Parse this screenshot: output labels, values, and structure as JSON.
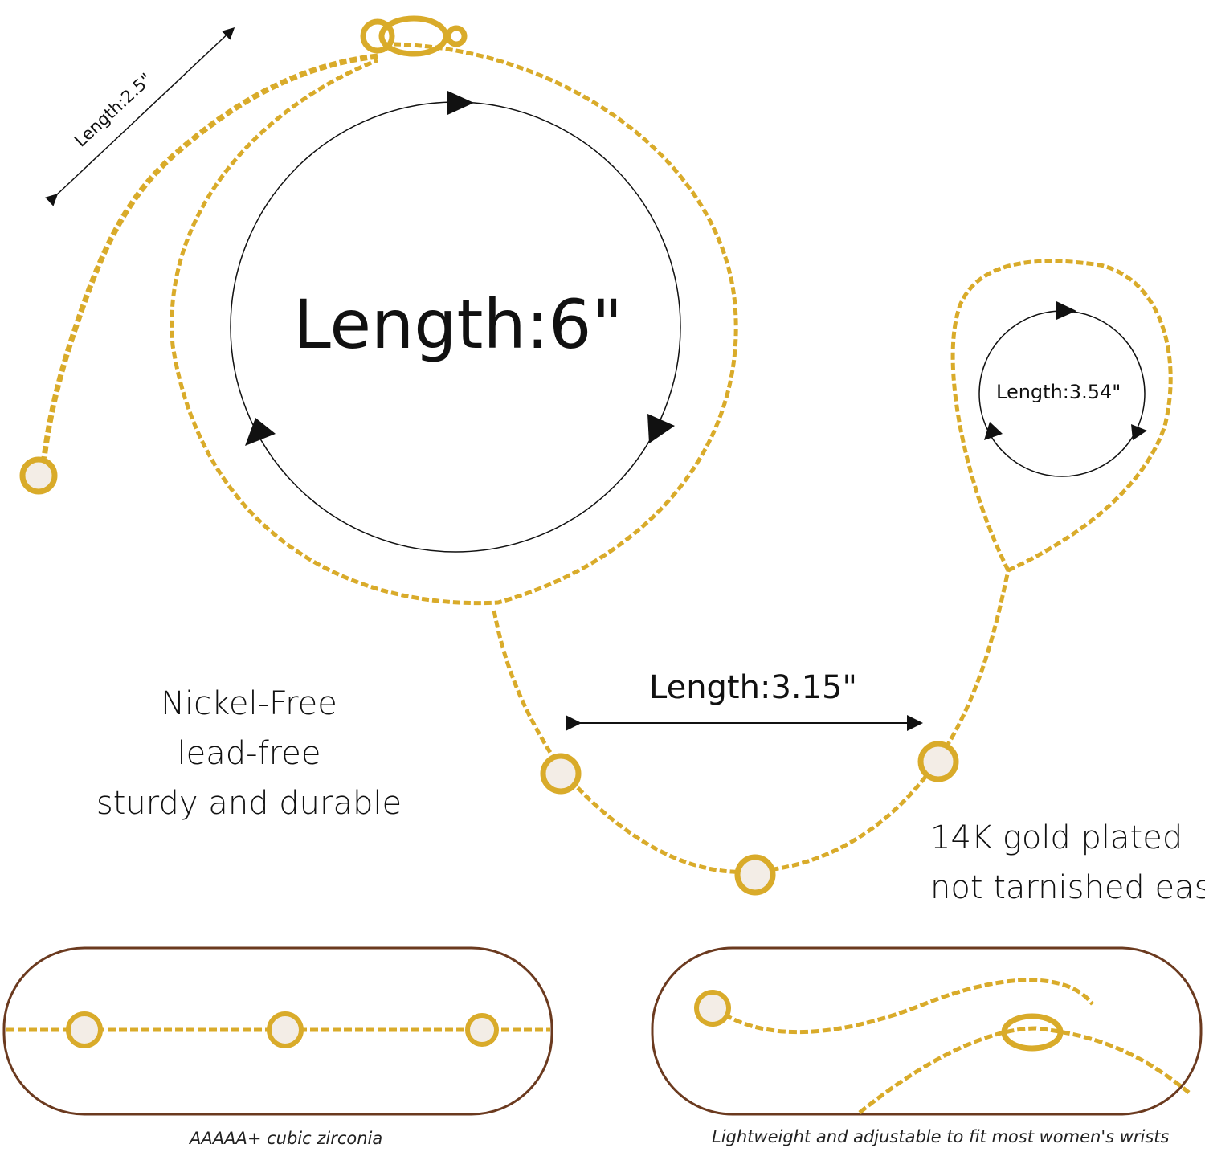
{
  "measurements": {
    "main_length": "Length:6\"",
    "extender_length": "Length:2.5\"",
    "ring_length": "Length:3.54\"",
    "connector_length": "Length:3.15\""
  },
  "features_left": [
    "Nickel-Free",
    "lead-free",
    "sturdy and durable"
  ],
  "features_right": [
    "14K gold plated",
    "not tarnished easily"
  ],
  "captions": {
    "left": "AAAAA+ cubic zirconia",
    "right": "Lightweight and adjustable to fit most women's wrists"
  },
  "colors": {
    "gold": "#d9ab2a",
    "frame": "#6b3a1f",
    "text": "#111111"
  }
}
